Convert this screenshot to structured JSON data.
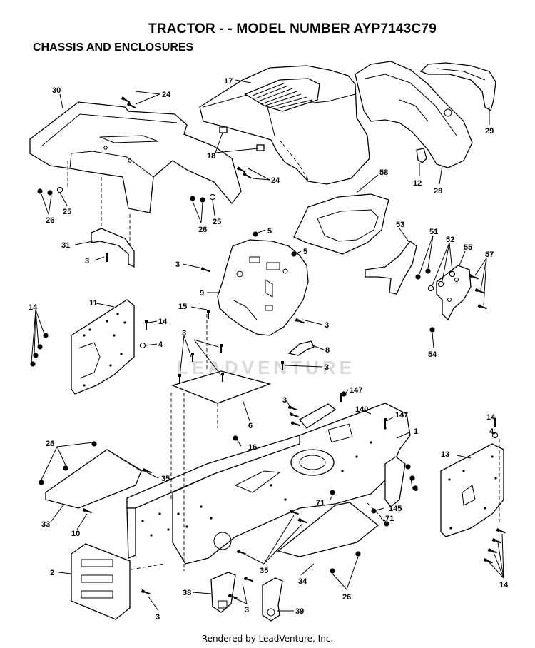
{
  "header": {
    "title": "TRACTOR - - MODEL NUMBER AYP7143C79",
    "subtitle": "CHASSIS AND ENCLOSURES"
  },
  "watermark": "LEADVENTURE",
  "footer": "Rendered by LeadVenture, Inc.",
  "callouts": [
    {
      "id": "c30",
      "text": "30"
    },
    {
      "id": "c24a",
      "text": "24"
    },
    {
      "id": "c17",
      "text": "17"
    },
    {
      "id": "c29",
      "text": "29"
    },
    {
      "id": "c18",
      "text": "18"
    },
    {
      "id": "c12",
      "text": "12"
    },
    {
      "id": "c28",
      "text": "28"
    },
    {
      "id": "c24b",
      "text": "24"
    },
    {
      "id": "c58",
      "text": "58"
    },
    {
      "id": "c26a",
      "text": "26"
    },
    {
      "id": "c25a",
      "text": "25"
    },
    {
      "id": "c26b",
      "text": "26"
    },
    {
      "id": "c25b",
      "text": "25"
    },
    {
      "id": "c5a",
      "text": "5"
    },
    {
      "id": "c53",
      "text": "53"
    },
    {
      "id": "c51",
      "text": "51"
    },
    {
      "id": "c52",
      "text": "52"
    },
    {
      "id": "c31",
      "text": "31"
    },
    {
      "id": "c5b",
      "text": "5"
    },
    {
      "id": "c55",
      "text": "55"
    },
    {
      "id": "c57",
      "text": "57"
    },
    {
      "id": "c3a",
      "text": "3"
    },
    {
      "id": "c3b",
      "text": "3"
    },
    {
      "id": "c9",
      "text": "9"
    },
    {
      "id": "c11",
      "text": "11"
    },
    {
      "id": "c15",
      "text": "15"
    },
    {
      "id": "c14a",
      "text": "14"
    },
    {
      "id": "c14b",
      "text": "14"
    },
    {
      "id": "c3c",
      "text": "3"
    },
    {
      "id": "c3d",
      "text": "3"
    },
    {
      "id": "c4a",
      "text": "4"
    },
    {
      "id": "c8",
      "text": "8"
    },
    {
      "id": "c54",
      "text": "54"
    },
    {
      "id": "c3e",
      "text": "3"
    },
    {
      "id": "c147a",
      "text": "147"
    },
    {
      "id": "c3f",
      "text": "3"
    },
    {
      "id": "c6",
      "text": "6"
    },
    {
      "id": "c140",
      "text": "140"
    },
    {
      "id": "c147b",
      "text": "147"
    },
    {
      "id": "c14c",
      "text": "14"
    },
    {
      "id": "c4b",
      "text": "4"
    },
    {
      "id": "c1",
      "text": "1"
    },
    {
      "id": "c16",
      "text": "16"
    },
    {
      "id": "c26c",
      "text": "26"
    },
    {
      "id": "c13",
      "text": "13"
    },
    {
      "id": "c35a",
      "text": "35"
    },
    {
      "id": "c3g",
      "text": "3"
    },
    {
      "id": "c71a",
      "text": "71"
    },
    {
      "id": "c145",
      "text": "145"
    },
    {
      "id": "c33",
      "text": "33"
    },
    {
      "id": "c10",
      "text": "10"
    },
    {
      "id": "c71b",
      "text": "71"
    },
    {
      "id": "c2",
      "text": "2"
    },
    {
      "id": "c35b",
      "text": "35"
    },
    {
      "id": "c34",
      "text": "34"
    },
    {
      "id": "c26d",
      "text": "26"
    },
    {
      "id": "c14d",
      "text": "14"
    },
    {
      "id": "c38",
      "text": "38"
    },
    {
      "id": "c3h",
      "text": "3"
    },
    {
      "id": "c39",
      "text": "39"
    },
    {
      "id": "c3i",
      "text": "3"
    }
  ]
}
